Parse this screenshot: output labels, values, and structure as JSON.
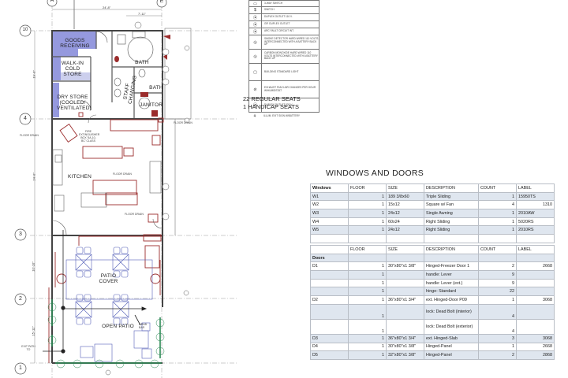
{
  "floor_plan": {
    "grid_columns": [
      "A",
      "E"
    ],
    "grid_rows": [
      "10",
      "4",
      "3",
      "2",
      "1"
    ],
    "dimensions": {
      "top_overall": "24'-8\"",
      "top_partial": "7'-11\"",
      "left_upper": "19'-0\"",
      "left_middle": "24'-0\"",
      "left_lower1": "10'-10\"",
      "left_lower2": "15'-11\""
    },
    "rooms": [
      {
        "name": "GOODS RECEIVING"
      },
      {
        "name": "WALK-IN COLD STORE"
      },
      {
        "name": "DRY STORE (COOLED/ VENTILATED)"
      },
      {
        "name": "BATH"
      },
      {
        "name": "STAFF CHANGING"
      },
      {
        "name": "BATH"
      },
      {
        "name": "JANITOR"
      },
      {
        "name": "KITCHEN"
      },
      {
        "name": "PATIO COVER"
      },
      {
        "name": "OPEN PATIO"
      }
    ],
    "notes": {
      "floor_drain": "FLOOR DRAIN",
      "fire_extinguisher": "FIRE EXTINGUISHER BOX '5A-10-BC' CLASS",
      "exit_path": "EXIT PATH TO",
      "grab_bar": "GRAB BAR"
    },
    "colors": {
      "walls": "#555555",
      "equipment": "#9b2c2c",
      "cold_storage_fill": "#7b80d6",
      "furniture": "#5560b8",
      "glazing": "#2e8b57"
    }
  },
  "legend": {
    "items": [
      {
        "symbol": "▭",
        "label": "3-WAY SWITCH"
      },
      {
        "symbol": "$",
        "label": "SWITCH"
      },
      {
        "symbol": "⦿",
        "label": "DUPLEX OUTLET 110 V."
      },
      {
        "symbol": "⦿",
        "label": "GFI DUPLEX OUTLET"
      },
      {
        "symbol": "⦿",
        "label": "ARC FAULT CIRCUIT INT."
      },
      {
        "symbol": "◎",
        "label": "SMOKE DETECTOR HARD WIRED 110 VOLTS INTERCONNECTED WITH A BATTERY BACK UP"
      },
      {
        "symbol": "◎",
        "label": "CARBON MONOXIDE HARD WIRED 110 VOLTS INTERCONNECTED WITH A BATTERY BACK UP"
      },
      {
        "symbol": "▢",
        "label": "BUILDING STANDARD LIGHT"
      },
      {
        "symbol": "⊘",
        "label": "EXHAUST FAN 5 AIR CHANGES PER HOUR W/HUMIDSTAT"
      },
      {
        "symbol": "⦿",
        "label": "DUPLEX OUTLET 220 V."
      }
    ],
    "footer": {
      "symbol": "⚘",
      "label": "ILLUM. EXIT SIGN W/BATTERY"
    }
  },
  "seating": {
    "regular": "22 REGULAR SEATS",
    "handicap": "1 HANDICAP SEATS"
  },
  "schedule": {
    "title": "WINDOWS AND DOORS",
    "windows": {
      "headers": [
        "Windows",
        "FLOOR",
        "SIZE",
        "DESCRIPTION",
        "COUNT",
        "LABEL"
      ],
      "rows": [
        {
          "id": "W1",
          "floor": "1",
          "size": "189 3/8x60",
          "description": "Triple Sliding",
          "count": "1",
          "label": "15950TS",
          "label_align": "left"
        },
        {
          "id": "W2",
          "floor": "1",
          "size": "15x12",
          "description": "Square w/ Fan",
          "count": "4",
          "label": "1310",
          "label_align": "right"
        },
        {
          "id": "W3",
          "floor": "1",
          "size": "24x12",
          "description": "Single Awning",
          "count": "1",
          "label": "2010AW",
          "label_align": "left"
        },
        {
          "id": "W4",
          "floor": "1",
          "size": "60x24",
          "description": "Right Sliding",
          "count": "1",
          "label": "5020RS",
          "label_align": "left"
        },
        {
          "id": "W5",
          "floor": "1",
          "size": "24x12",
          "description": "Right Sliding",
          "count": "1",
          "label": "2010RS",
          "label_align": "left"
        }
      ]
    },
    "doors": {
      "headers": [
        "",
        "FLOOR",
        "SIZE",
        "DESCRIPTION",
        "COUNT",
        "LABEL"
      ],
      "section_label": "Doors",
      "rows": [
        {
          "id": "D1",
          "floor": "1",
          "size": "30\"x80\"x1 3/8\"",
          "description": "Hinged-Freezer Door 1",
          "count": "2",
          "label": "2668"
        },
        {
          "id": "",
          "floor": "1",
          "size": "",
          "description": "handle: Lever",
          "count": "9",
          "label": ""
        },
        {
          "id": "",
          "floor": "1",
          "size": "",
          "description": "handle: Lever (ext.)",
          "count": "9",
          "label": ""
        },
        {
          "id": "",
          "floor": "1",
          "size": "",
          "description": "hinge: Standard",
          "count": "22",
          "label": ""
        },
        {
          "id": "D2",
          "floor": "1",
          "size": "36\"x80\"x1 3/4\"",
          "description": "ext. Hinged-Door P09",
          "count": "1",
          "label": "3068"
        },
        {
          "id": "",
          "floor": "1",
          "size": "",
          "description": "lock: Dead Bolt (interior)",
          "count": "4",
          "label": ""
        },
        {
          "id": "",
          "floor": "1",
          "size": "",
          "description": "lock: Dead Bolt (exterior)",
          "count": "4",
          "label": ""
        },
        {
          "id": "D3",
          "floor": "1",
          "size": "36\"x80\"x1 3/4\"",
          "description": "ext. Hinged-Slab",
          "count": "3",
          "label": "3068"
        },
        {
          "id": "D4",
          "floor": "1",
          "size": "30\"x80\"x1 3/8\"",
          "description": "Hinged-Panel",
          "count": "1",
          "label": "2668"
        },
        {
          "id": "D5",
          "floor": "1",
          "size": "32\"x80\"x1 3/8\"",
          "description": "Hinged-Panel",
          "count": "2",
          "label": "2868"
        }
      ]
    },
    "colors": {
      "stripe": "#dfe6ef",
      "border": "#b9bec6"
    }
  }
}
